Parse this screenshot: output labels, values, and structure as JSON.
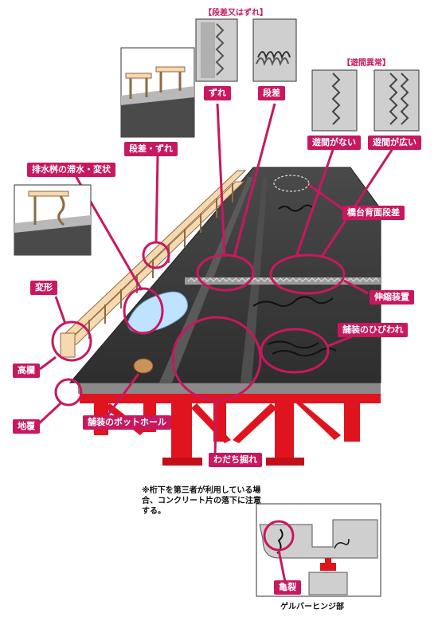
{
  "labels": {
    "heading_joint": "【段差又はずれ】",
    "heading_gap": "【遊間異常】",
    "zure": "ずれ",
    "dansa": "段差",
    "dansa_zure": "段差・ずれ",
    "yukan_nai": "遊間がない",
    "yukan_hiroi": "遊間が広い",
    "drain": "排水桝の滞水・変状",
    "abutment_step": "橋台背面段差",
    "hensei": "変形",
    "expansion_joint": "伸縮装置",
    "pavement_crack": "舗装のひびわれ",
    "railing": "高欄",
    "bearing": "地覆",
    "pothole": "舗装のポットホール",
    "rutting": "わだち掘れ",
    "crack": "亀裂"
  },
  "note": "※桁下を第三者が利用している場合、コンクリート片の落下に注意する。",
  "inset_caption": "ゲルバーヒンジ部",
  "colors": {
    "accent": "#c8185f",
    "deck": "#3a3a3a",
    "steel": "#e0141e",
    "railing": "#f7d8b0"
  }
}
